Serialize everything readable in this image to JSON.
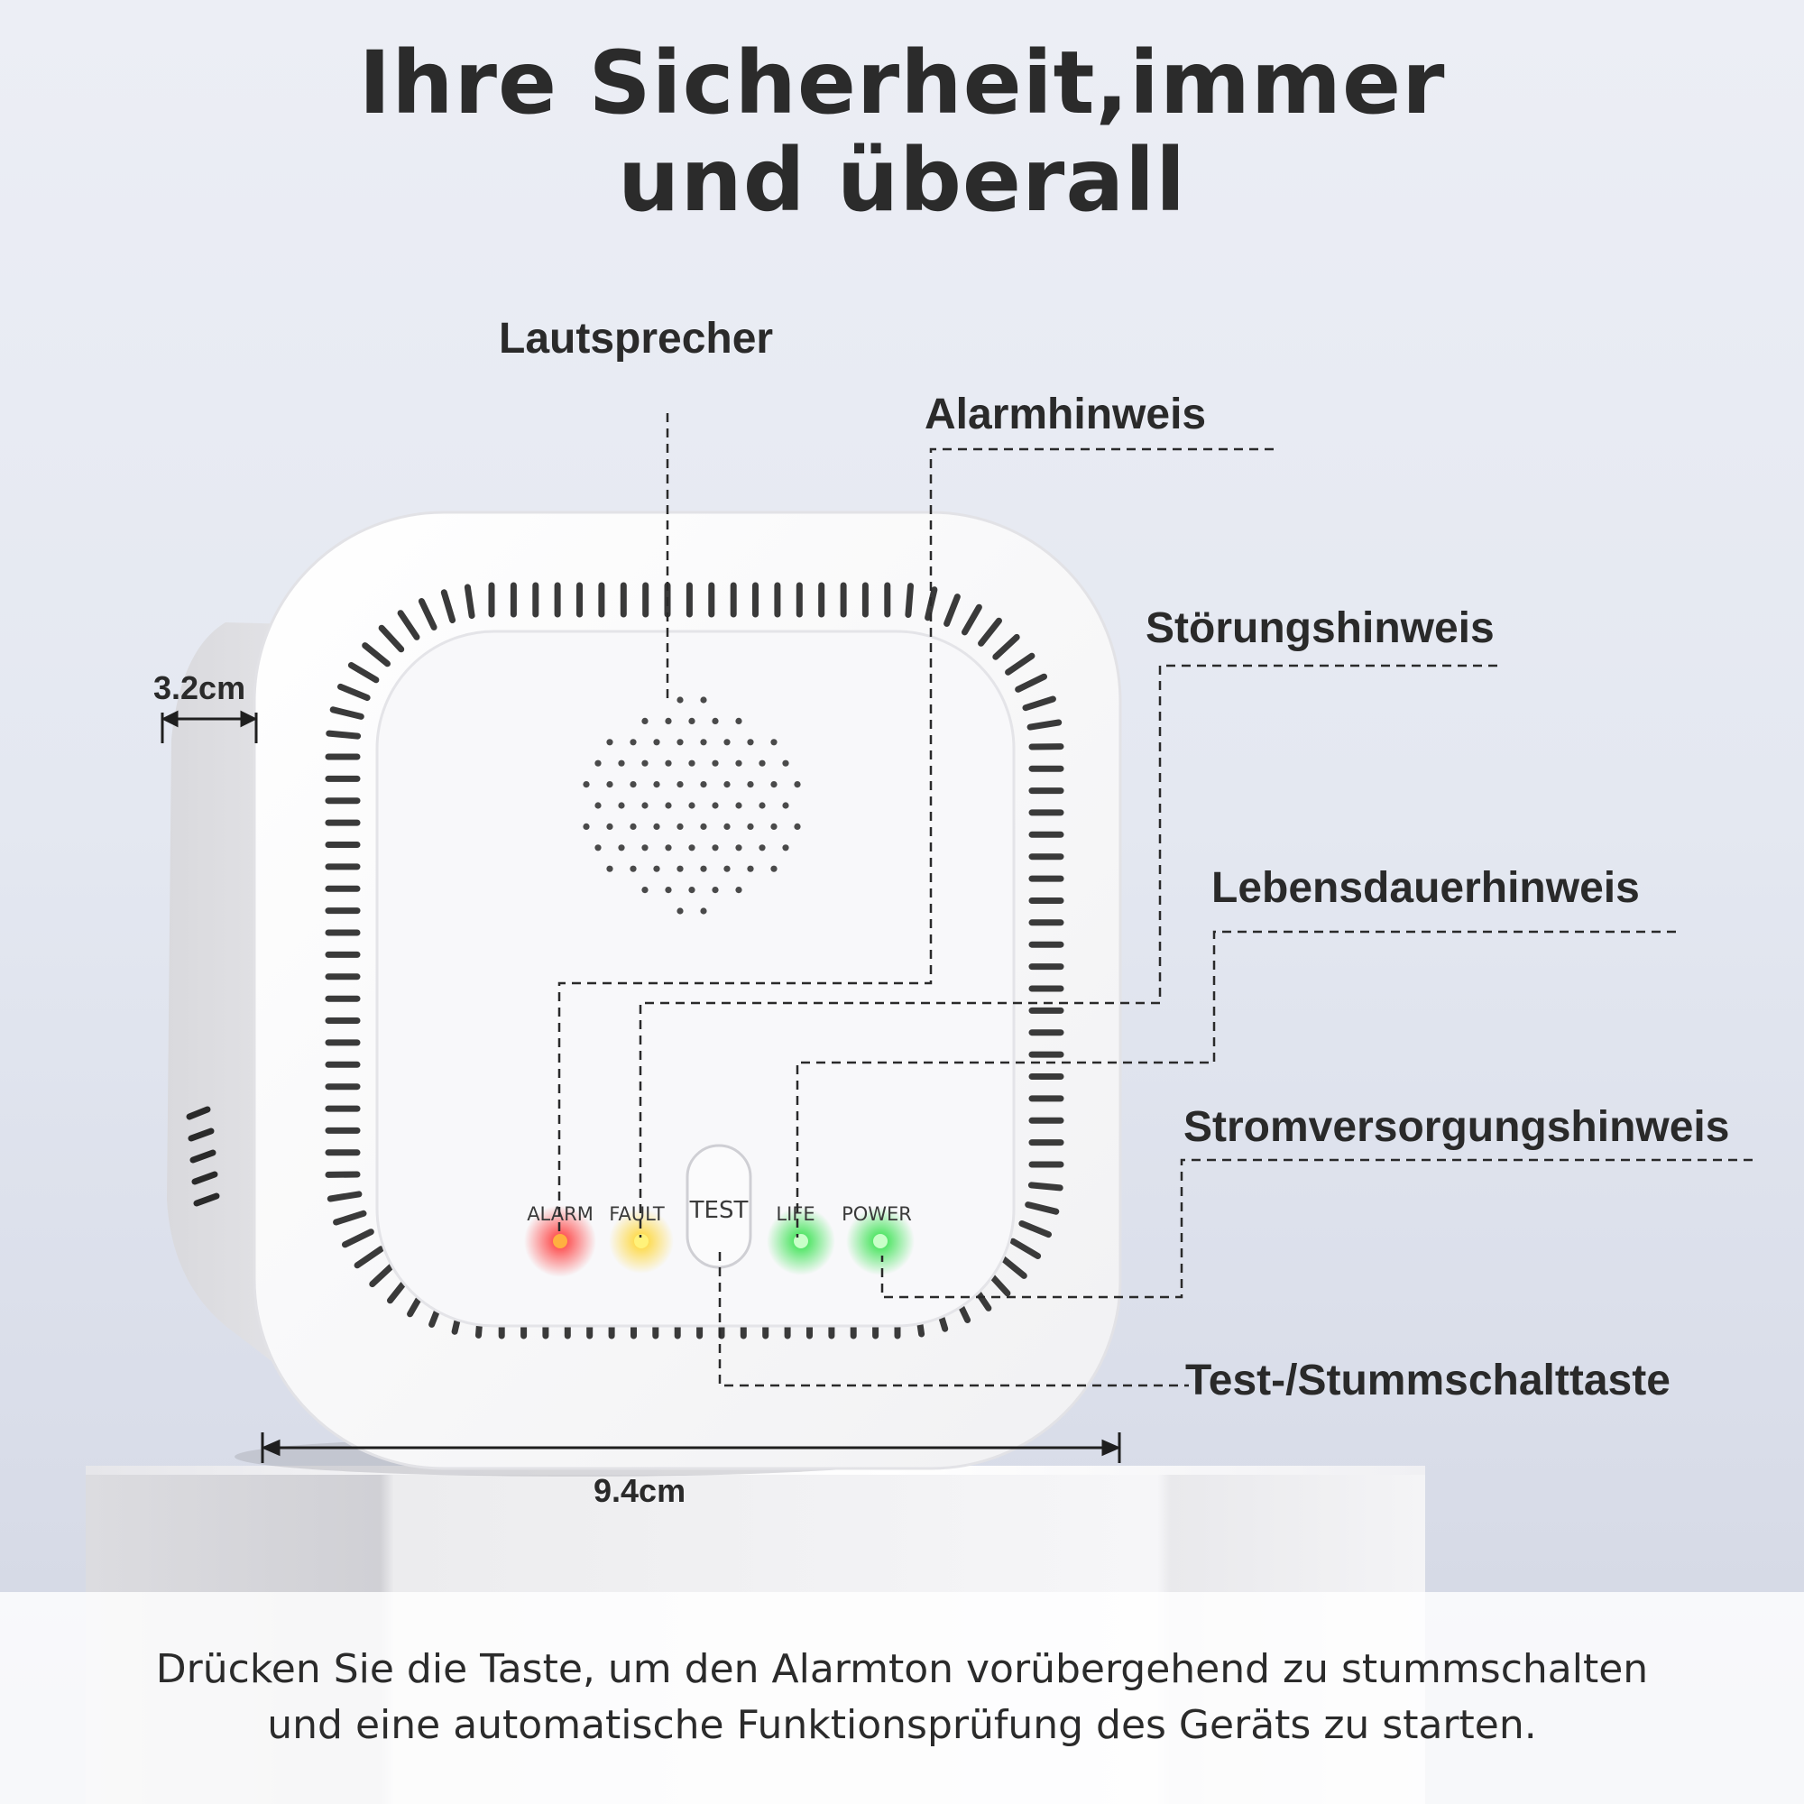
{
  "headline": {
    "line1": "Ihre Sicherheit,immer",
    "line2": "und überall"
  },
  "callouts": {
    "speaker": "Lautsprecher",
    "alarm": "Alarmhinweis",
    "fault": "Störungshinweis",
    "life": "Lebensdauerhinweis",
    "power": "Stromversorgungshinweis",
    "test_button": "Test-/Stummschalttaste"
  },
  "dimensions": {
    "depth": "3.2cm",
    "width": "9.4cm"
  },
  "device": {
    "leds": [
      {
        "label": "ALARM",
        "color": "#ff3b30"
      },
      {
        "label": "FAULT",
        "color": "#ffd21f"
      },
      {
        "label": "LIFE",
        "color": "#2ee84a"
      },
      {
        "label": "POWER",
        "color": "#2ee84a"
      }
    ],
    "button_label": "TEST"
  },
  "footer": {
    "line1": "Drücken Sie die Taste, um den Alarmton vorübergehend zu stummschalten",
    "line2": "und eine automatische Funktionsprüfung des Geräts zu starten."
  }
}
